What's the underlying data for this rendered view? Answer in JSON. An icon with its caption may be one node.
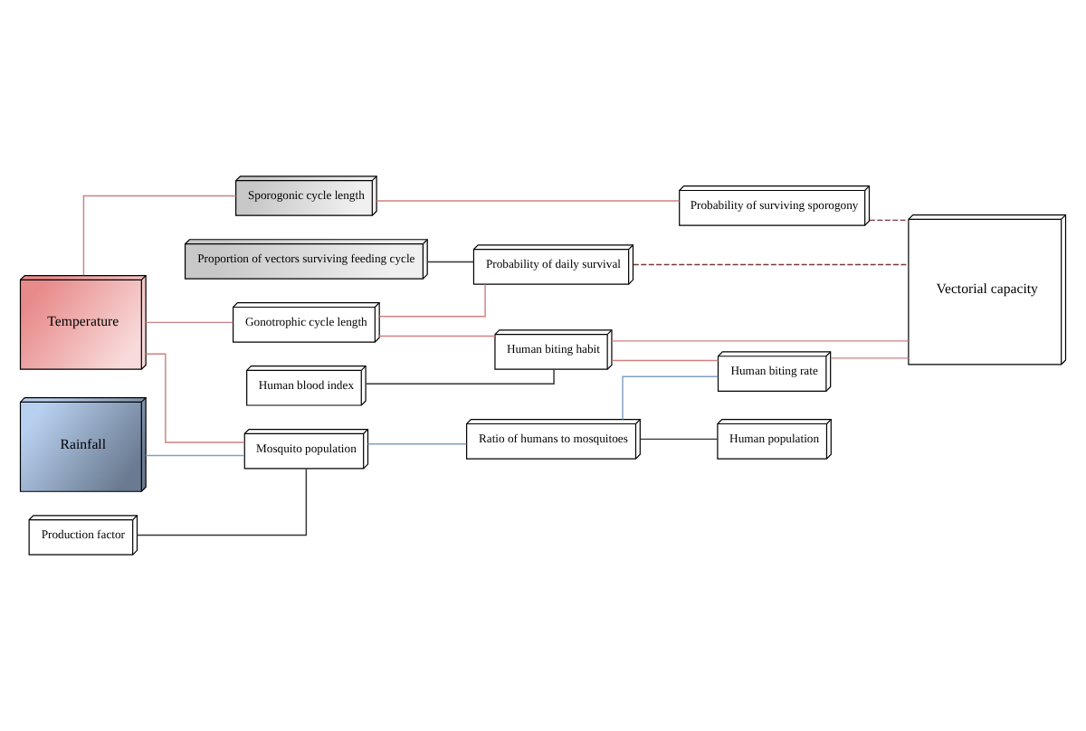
{
  "diagram": {
    "nodes": [
      {
        "text": [
          "Sporogonic cycle length"
        ]
      },
      {
        "text": [
          "Proportion of vectors surviving feeding cycle"
        ]
      },
      {
        "text": [
          "Probability of daily survival"
        ]
      },
      {
        "text": [
          "Probability of surviving sporogony"
        ]
      },
      {
        "text": [
          "Temperature"
        ]
      },
      {
        "text": [
          "Gonotrophic cycle length"
        ]
      },
      {
        "text": [
          "Human blood index"
        ]
      },
      {
        "text": [
          "Human biting habit"
        ]
      },
      {
        "text": [
          "Rainfall"
        ]
      },
      {
        "text": [
          "Ratio of humans to mosquitoes"
        ]
      },
      {
        "text": [
          "Human biting rate"
        ]
      },
      {
        "text": [
          "Vectorial capacity"
        ]
      },
      {
        "text": [
          "Production factor"
        ]
      },
      {
        "text": [
          "Mosquito population"
        ]
      },
      {
        "text": [
          "Human population"
        ]
      }
    ],
    "edges": [
      {
        "from": 4,
        "to": 0,
        "arrow": "none"
      },
      {
        "from": 4,
        "to": 5,
        "arrow": "none"
      },
      {
        "from": 4,
        "to": 13,
        "arrow": "none"
      },
      {
        "from": 1,
        "to": 2,
        "arrow": "none",
        "color": "#333333"
      },
      {
        "from": 0,
        "to": 3,
        "arrow": "none"
      },
      {
        "from": 5,
        "to": 2,
        "arrow": "none"
      },
      {
        "from": 5,
        "to": 7,
        "arrow": "none"
      },
      {
        "from": 6,
        "to": 7,
        "arrow": "none",
        "color": "#333333"
      },
      {
        "from": 2,
        "to": 11,
        "arrow": "none",
        "style": "dashed",
        "color": "#7a3a3a"
      },
      {
        "from": 3,
        "to": 11,
        "arrow": "none",
        "style": "dashed",
        "color": "#7a3a3a"
      },
      {
        "from": 7,
        "to": 11,
        "arrow": "none"
      },
      {
        "from": 7,
        "to": 10,
        "arrow": "none"
      },
      {
        "from": 9,
        "to": 10,
        "arrow": "none",
        "color": "#7f9fc4"
      },
      {
        "from": 9,
        "to": 14,
        "arrow": "none",
        "color": "#333333"
      },
      {
        "from": 13,
        "to": 9,
        "arrow": "none",
        "color": "#7f9fc4"
      },
      {
        "from": 8,
        "to": 13,
        "arrow": "none",
        "color": "#7f9fc4"
      },
      {
        "from": 12,
        "to": 13,
        "arrow": "none",
        "color": "#333333"
      },
      {
        "from": 10,
        "to": 11,
        "arrow": "none"
      }
    ]
  }
}
